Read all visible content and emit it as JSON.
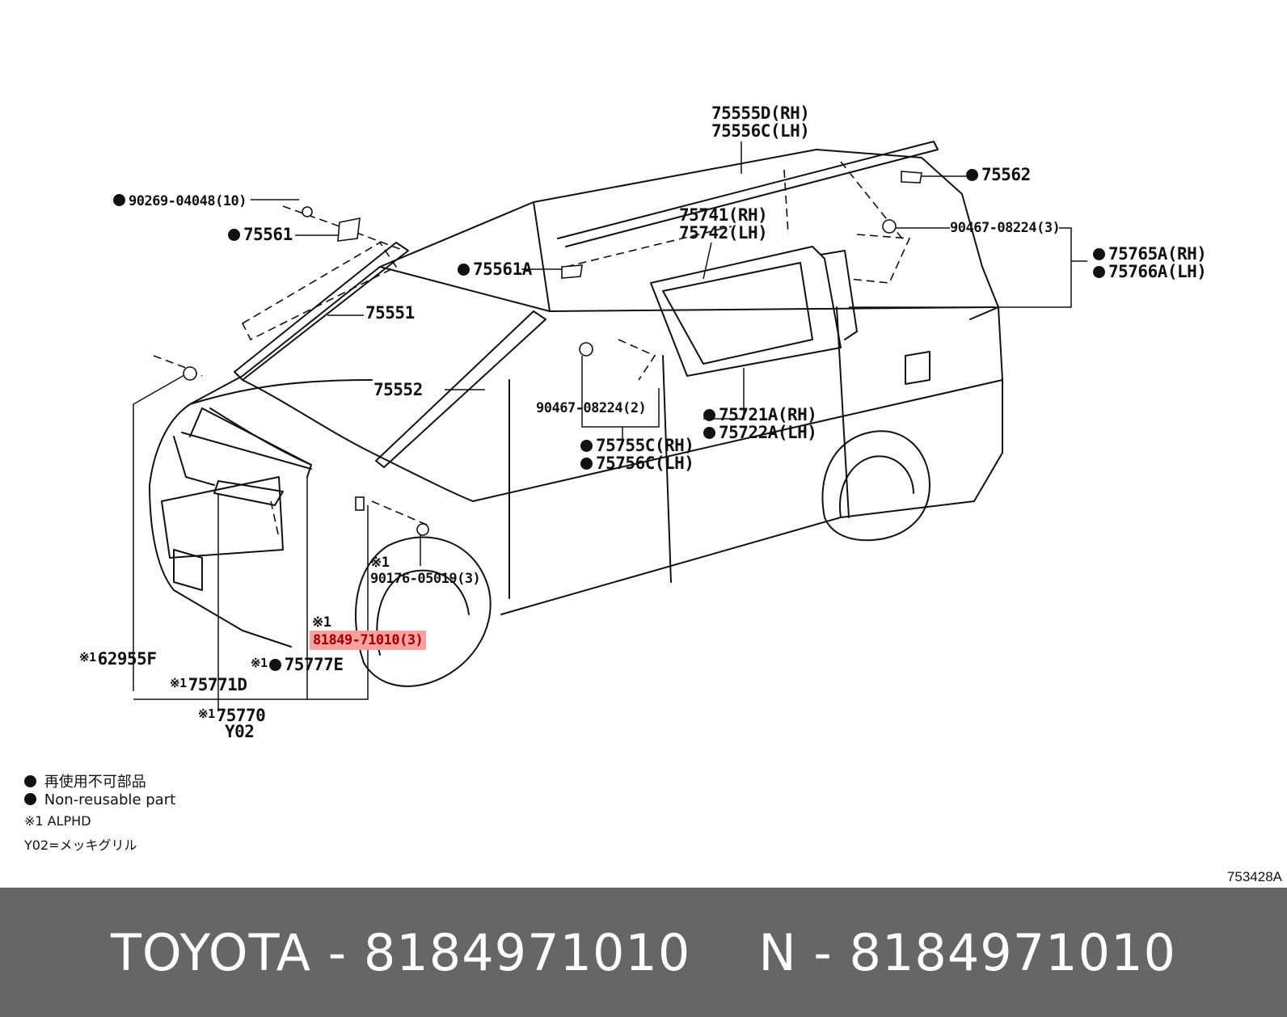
{
  "labels": {
    "p_75555d": "75555D(RH)",
    "p_75556c": "75556C(LH)",
    "p_75562": "75562",
    "p_90269": "90269-04048(10)",
    "p_75561": "75561",
    "p_75741": "75741(RH)",
    "p_75742": "75742(LH)",
    "p_90467_3": "90467-08224(3)",
    "p_75765a": "75765A(RH)",
    "p_75766a": "75766A(LH)",
    "p_75561a": "75561A",
    "p_75551": "75551",
    "p_75552": "75552",
    "p_90467_2": "90467-08224(2)",
    "p_75721a": "75721A(RH)",
    "p_75722a": "75722A(LH)",
    "p_75755c": "75755C(RH)",
    "p_75756c": "75756C(LH)",
    "p_90176": "90176-05019(3)",
    "p_81849": "81849-71010(3)",
    "p_62955f": "62955F",
    "p_75777e": "75777E",
    "p_75771d": "75771D",
    "p_75770": "75770",
    "p_y02": "Y02",
    "note_mark": "※1"
  },
  "legend": {
    "jp_nonreusable": "再使用不可部品",
    "en_nonreusable": "Non-reusable part",
    "note1": "※1 ALPHD",
    "y02": "Y02=メッキグリル"
  },
  "diagram_ref": "753428A",
  "footer": {
    "left": "TOYOTA - 8184971010",
    "right": "N - 8184971010"
  }
}
